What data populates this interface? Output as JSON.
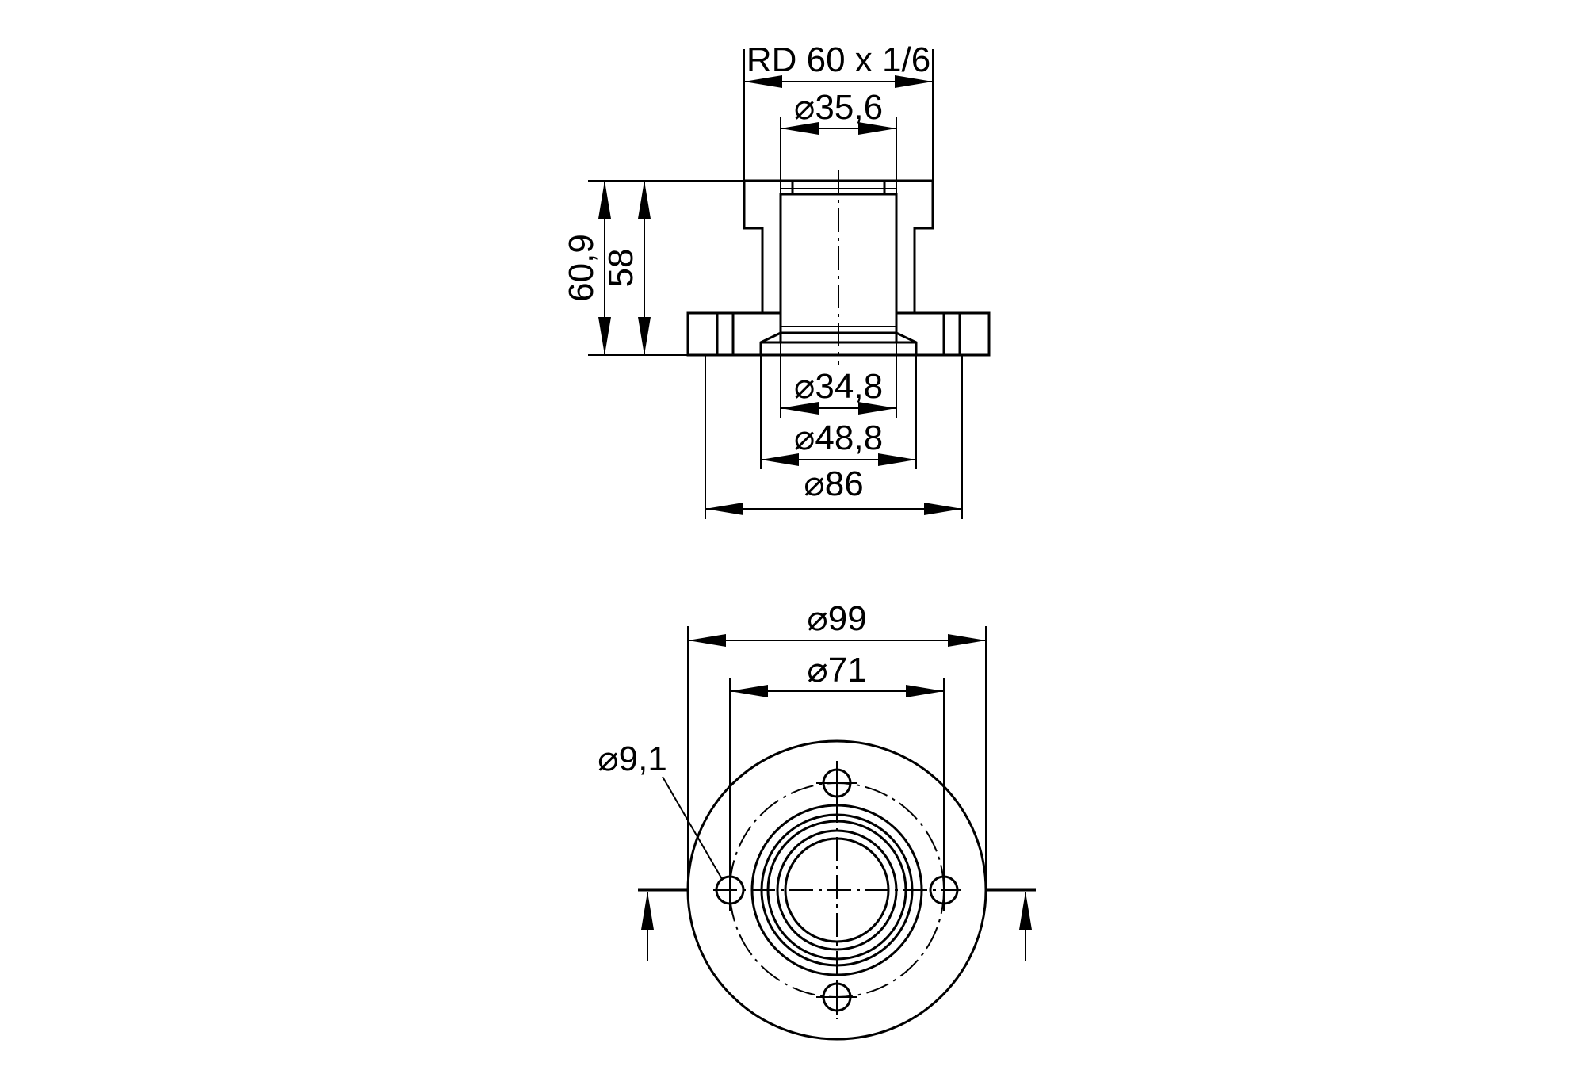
{
  "dimensions": {
    "thread": "RD 60 x 1/6",
    "d_35_6": "35,6",
    "d_34_8": "34,8",
    "d_48_8": "48,8",
    "d_86": "86",
    "h_60_9": "60,9",
    "h_58": "58",
    "d_99": "99",
    "d_71": "71",
    "d_9_1": "9,1"
  },
  "symbols": {
    "diameter": "⌀"
  }
}
